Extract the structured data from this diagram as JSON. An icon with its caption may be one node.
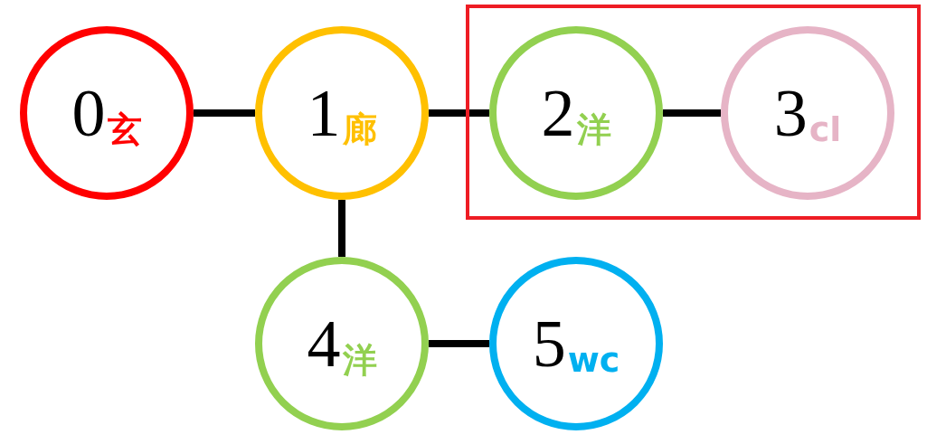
{
  "diagram": {
    "nodes": [
      {
        "text": [
          "0",
          "玄"
        ]
      },
      {
        "text": [
          "1",
          "廊"
        ]
      },
      {
        "text": [],
        "shape": "box"
      },
      {
        "text": [
          "2",
          "洋"
        ],
        "in": 2
      },
      {
        "text": [
          "3",
          "cl"
        ],
        "in": 2
      },
      {
        "text": [
          "4",
          "洋"
        ]
      },
      {
        "text": [
          "5",
          "wc"
        ]
      }
    ],
    "edges": [
      {
        "from": 0,
        "to": 1,
        "arrow": "none"
      },
      {
        "from": 1,
        "to": 3,
        "arrow": "none"
      },
      {
        "from": 3,
        "to": 4,
        "arrow": "none"
      },
      {
        "from": 1,
        "to": 5,
        "arrow": "none"
      },
      {
        "from": 5,
        "to": 6,
        "arrow": "none"
      }
    ]
  }
}
